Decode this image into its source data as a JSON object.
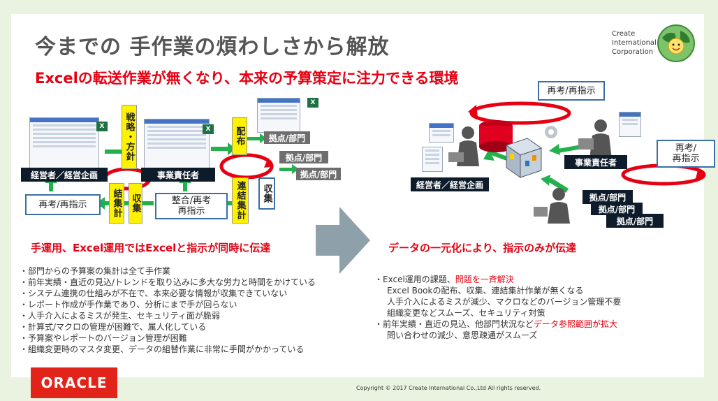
{
  "title": "今までの 手作業の煩わしさから解放",
  "subtitle": "Excelの転送作業が無くなり、本来の予算策定に注力できる環境",
  "company": {
    "line1": "Create",
    "line2": "International",
    "line3": "Corporation"
  },
  "left": {
    "boxes": {
      "executive": "経営者／経営企画",
      "business_owner": "事業責任者",
      "reconsider": "再考/再指示",
      "adjust_line1": "整合/再考",
      "adjust_line2": "再指示",
      "site1": "拠点/部門",
      "site2": "拠点/部門",
      "site3": "拠点/部門"
    },
    "vertical": {
      "strategy": "戦略・方針",
      "consolidate": "結集計",
      "collect": "収集",
      "distribute": "配布",
      "link_consolidate": "連結集計",
      "collect2": "収集"
    },
    "heading": "手運用、Excel運用ではExcelと指示が同時に伝達",
    "bullets": [
      "・部門からの予算案の集計は全て手作業",
      "・前年実績・直近の見込/トレンドを取り込みに多大な労力と時間をかけている",
      "・システム連携の仕組みが不在で、本来必要な情報が収集できていない",
      "・レポート作成が手作業であり、分析にまで手が回らない",
      "・人手介入によるミスが発生、セキュリティ面が脆弱",
      "・計算式/マクロの管理が困難で、属人化している",
      "・予算案やレポートのバージョン管理が困難",
      "・組織変更時のマスタ変更、データの組替作業に非常に手間がかかっている"
    ]
  },
  "right": {
    "boxes": {
      "reconsider_top": "再考/再指示",
      "reconsider_right_line1": "再考/",
      "reconsider_right_line2": "再指示",
      "executive": "経営者／経営企画",
      "business_owner": "事業責任者",
      "site1": "拠点/部門",
      "site2": "拠点/部門",
      "site3": "拠点/部門"
    },
    "heading": "データの一元化により、指示のみが伝達",
    "bullet1_prefix": "・Excel運用の課題、",
    "bullet1_red": "問題を一斉解決",
    "bullet1_sub": [
      "Excel Bookの配布、収集、連結集計作業が無くなる",
      "人手介入によるミスが減少、マクロなどのバージョン管理不要",
      "組織変更などスムーズ、セキュリティ対策"
    ],
    "bullet2_prefix": "・前年実績・直近の見込、他部門状況など",
    "bullet2_red": "データ参照範囲が拡大",
    "bullet2_sub": "問い合わせの減少、意思疎通がスムーズ"
  },
  "logo_text": "ORACLE",
  "footer": "Copyright © 2017 Create International Co.,Ltd  All rights reserved.",
  "excel_icon_label": "X",
  "colors": {
    "accent_red": "#e60012",
    "arrow_green": "#22b14c",
    "box_border": "#3a6fa8",
    "highlight_yellow": "#fff200"
  }
}
